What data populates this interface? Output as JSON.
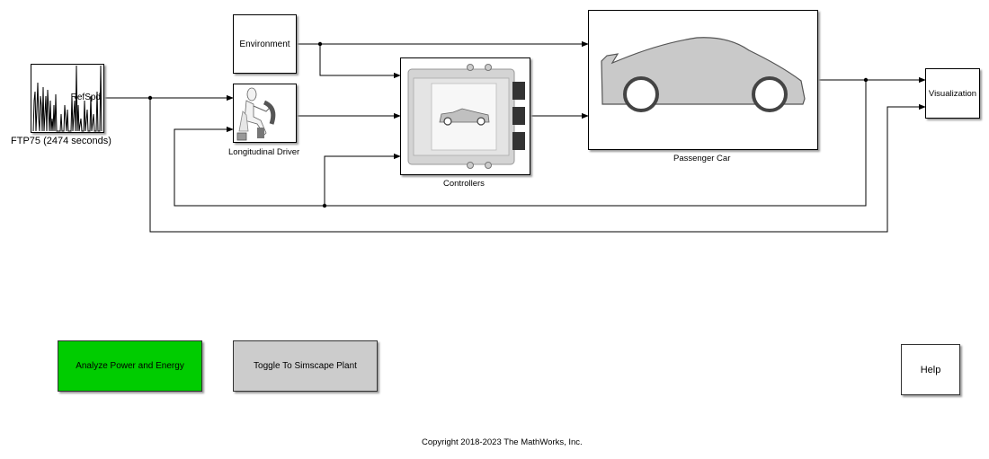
{
  "blocks": {
    "drive_cycle": {
      "port_label": "RefSpd",
      "caption": "FTP75 (2474  seconds)"
    },
    "environment": {
      "label": "Environment"
    },
    "driver": {
      "caption": "Longitudinal Driver"
    },
    "controllers": {
      "caption": "Controllers"
    },
    "passenger_car": {
      "caption": "Passenger Car"
    },
    "visualization": {
      "label": "Visualization"
    }
  },
  "buttons": {
    "analyze": {
      "label": "Analyze Power and Energy",
      "color": "#00cc00"
    },
    "toggle": {
      "label": "Toggle To Simscape Plant",
      "color": "#cccccc"
    },
    "help": {
      "label": "Help"
    }
  },
  "footer": {
    "copyright": "Copyright 2018-2023 The MathWorks, Inc."
  },
  "icons": {
    "drive_cycle": "drive-cycle-plot-icon",
    "driver": "driver-figure-icon",
    "controllers": "ecu-icon",
    "passenger_car": "car-silhouette-icon"
  }
}
